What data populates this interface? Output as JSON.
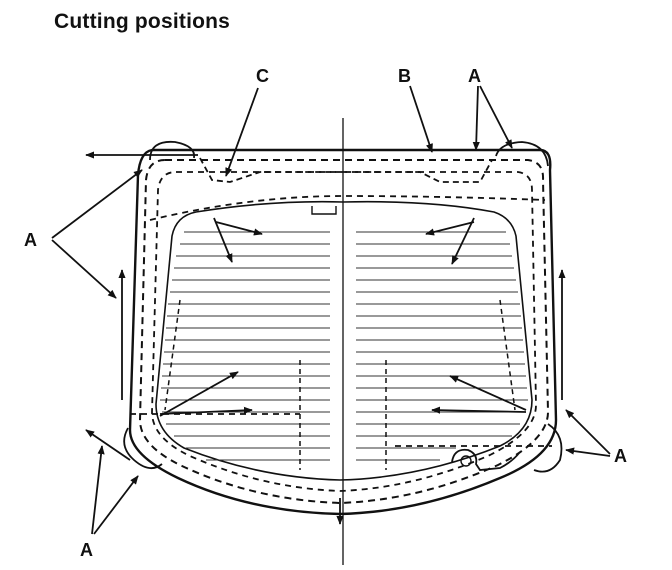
{
  "title": "Cutting positions",
  "labels": {
    "c": "C",
    "b": "B",
    "a_top": "A",
    "a_left": "A",
    "a_right": "A",
    "a_bottom": "A"
  },
  "colors": {
    "ink": "#111111",
    "paper": "#ffffff"
  }
}
